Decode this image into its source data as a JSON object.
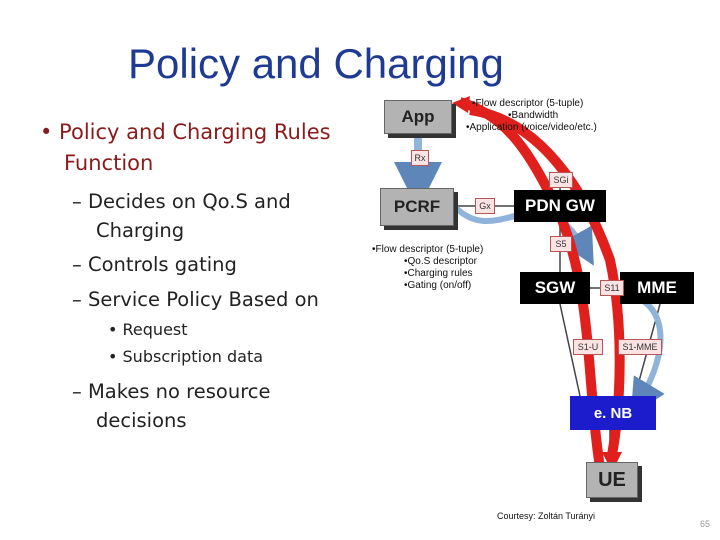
{
  "title": "Policy and Charging",
  "bullets": {
    "l1_line1": "• Policy and Charging Rules",
    "l1_line2": "Function",
    "d1a": "– Decides on Qo.S and",
    "d1b": "Charging",
    "d2": "– Controls gating",
    "d3": "– Service Policy Based on",
    "s1": "• Request",
    "s2": "• Subscription data",
    "d4a": "– Makes no resource",
    "d4b": "decisions"
  },
  "diagram": {
    "app": "App",
    "pcrf": "PCRF",
    "pdngw": "PDN GW",
    "sgw": "SGW",
    "mme": "MME",
    "enodeb": "e. NB",
    "ue": "UE",
    "tags": {
      "rx": "Rx",
      "gx": "Gx",
      "s5": "S5",
      "s11": "S11",
      "s1u": "S1-U",
      "s1mme": "S1-MME",
      "sgi": "SGi"
    },
    "top_note": [
      "•Flow descriptor (5-tuple)",
      "•Bandwidth",
      "•Application (voice/video/etc.)"
    ],
    "mid_note": [
      "•Flow descriptor (5-tuple)",
      "•Qo.S descriptor",
      "•Charging rules",
      "•Gating (on/off)"
    ],
    "courtesy": "Courtesy: Zoltán Turányi",
    "page_number": "65"
  },
  "colors": {
    "title": "#1f3a93",
    "bullet_l1": "#8b1a1a",
    "red_arrow": "#e0201c",
    "blue_arrow": "#8fb3d9"
  }
}
